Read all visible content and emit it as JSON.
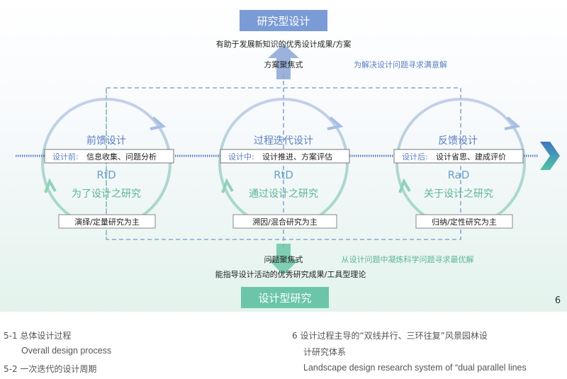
{
  "diagram": {
    "top_box": "研究型设计",
    "top_result": "有助于发展新知识的优秀设计成果/方案",
    "top_mode": "方案聚焦式",
    "top_goal": "为解决设计问题寻求满意解",
    "bottom_mode": "问题聚焦式",
    "bottom_goal": "从设计问题中凝炼科学问题寻求最优解",
    "bottom_result": "能指导设计活动的优秀研究成果/工具型理论",
    "bottom_box": "设计型研究",
    "figure_number": "6",
    "cycles": [
      {
        "title": "前馈设计",
        "stage": "设计前:",
        "activity": "信息收集、问题分析",
        "code": "RfD",
        "meaning": "为了设计之研究",
        "method": "演绎/定量研究为主"
      },
      {
        "title": "过程迭代设计",
        "stage": "设计中:",
        "activity": "设计推进、方案评估",
        "code": "RtD",
        "meaning": "通过设计之研究",
        "method": "溯因/混合研究为主"
      },
      {
        "title": "反馈设计",
        "stage": "设计后:",
        "activity": "设计省思、建成评价",
        "code": "RaD",
        "meaning": "关于设计之研究",
        "method": "归纳/定性研究为主"
      }
    ],
    "colors": {
      "blue": "#7b9bd6",
      "green": "#6cc5a8",
      "title_blue": "#5a7fc0",
      "green_text": "#5bb597"
    }
  },
  "captions": {
    "c1_cn": "5-1 总体设计过程",
    "c1_en": "Overall design process",
    "c2_cn": "5-2 一次迭代的设计周期",
    "c6_cn_1": "6 设计过程主导的“双线并行、三环往复”风景园林设",
    "c6_cn_2": "计研究体系",
    "c6_en": "Landscape design research system of “dual parallel lines"
  }
}
